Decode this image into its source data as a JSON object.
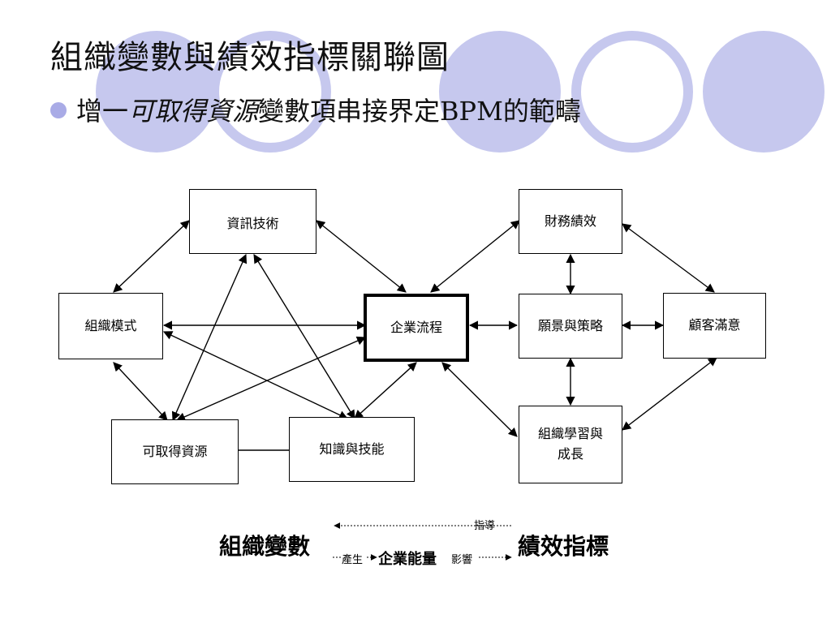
{
  "slide": {
    "title": "組織變數與績效指標關聯圖",
    "bullet": {
      "prefix": "增一",
      "emphasis": "可取得資源",
      "suffix": "變數項串接界定BPM的範疇"
    }
  },
  "diagram": {
    "nodes": {
      "it": "資訊技術",
      "org_model": "組織模式",
      "resources": "可取得資源",
      "knowledge": "知識與技能",
      "process": "企業流程",
      "finance": "財務績效",
      "vision": "願景與策略",
      "customer": "顧客滿意",
      "learning": "組織學習與成長"
    },
    "learning_lines": [
      "組織學習與",
      "成長"
    ]
  },
  "legend": {
    "org_vars": "組織變數",
    "perf_index": "績效指標",
    "guide": "指導",
    "produce": "產生",
    "capability": "企業能量",
    "influence": "影響"
  },
  "colors": {
    "accent": "#c6c8ee",
    "bullet": "#a9abe6"
  }
}
